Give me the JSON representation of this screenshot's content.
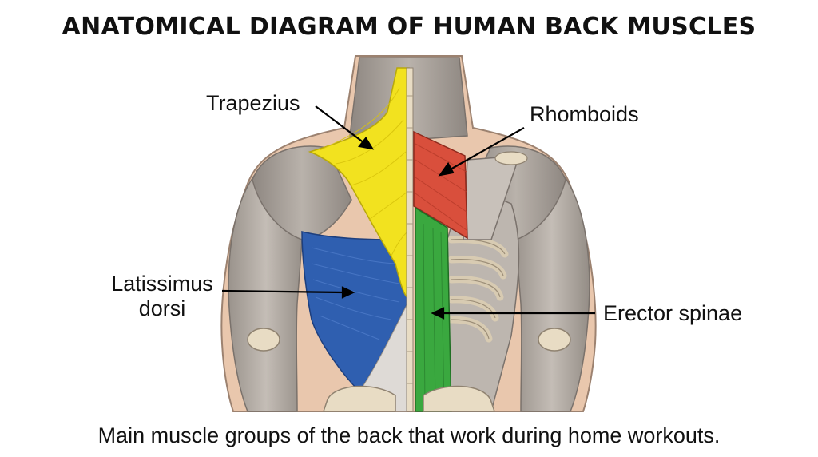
{
  "title": "ANATOMICAL DIAGRAM OF HUMAN BACK MUSCLES",
  "caption": "Main muscle groups of the back that work during home workouts.",
  "labels": {
    "trapezius": "Trapezius",
    "rhomboids": "Rhomboids",
    "latissimus_line1": "Latissimus",
    "latissimus_line2": "dorsi",
    "erector_spinae": "Erector spinae"
  },
  "colors": {
    "trapezius": "#f2e21f",
    "rhomboids": "#d94f3c",
    "latissimus": "#2f5fb0",
    "erector_spinae": "#3aa83f",
    "muscle_gray": "#a9a29b",
    "skin": "#e9c7ad",
    "bone": "#e8dcc4"
  }
}
